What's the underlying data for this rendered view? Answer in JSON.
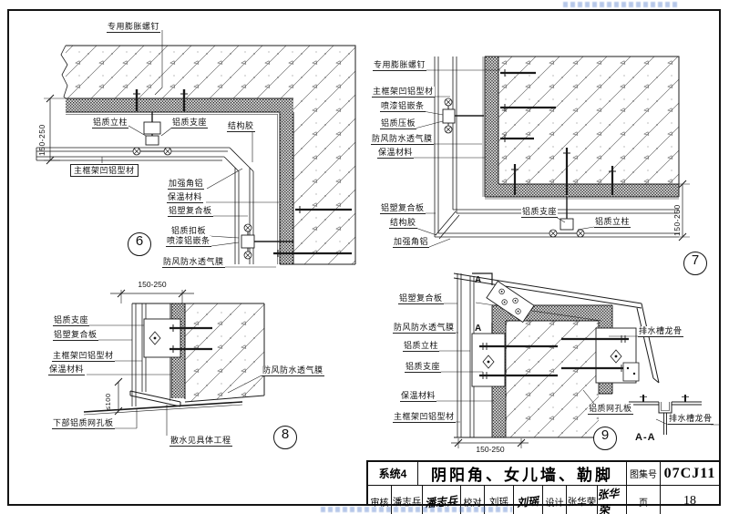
{
  "title_block": {
    "system_label": "系统4",
    "title": "阴阳角、女儿墙、勒脚",
    "atlas_label": "图集号",
    "atlas_no": "07CJ11",
    "page_label": "页",
    "page_no": "18",
    "roles": {
      "review_label": "审核",
      "review_name": "潘志兵",
      "review_signature": "潘志兵",
      "proof_label": "校对",
      "proof_name": "刘瑶",
      "proof_signature": "刘瑶",
      "design_label": "设计",
      "design_name": "张华荣",
      "design_signature": "张华荣"
    }
  },
  "detail_6": {
    "number": "6",
    "dim_left": "150-250",
    "labels": {
      "expansion_screw": "专用膨胀螺钉",
      "alu_column": "铝质立柱",
      "alu_bearing": "铝质支座",
      "structural_sealant": "结构胶",
      "main_frame_profile": "主框架凹铝型材",
      "reinforcing_angle": "加强角铝",
      "insulation": "保温材料",
      "alu_composite_panel": "铝塑复合板",
      "alu_clip_panel": "铝质扣板",
      "painted_alu_strip": "喷漆铝嵌条",
      "windproof_membrane": "防风防水透气膜"
    }
  },
  "detail_7": {
    "number": "7",
    "dim_right": "150-250",
    "labels": {
      "expansion_screw": "专用膨胀螺钉",
      "main_frame_profile": "主框架凹铝型材",
      "painted_alu_strip": "喷漆铝嵌条",
      "alu_pressure_plate": "铝质压板",
      "windproof_membrane": "防风防水透气膜",
      "insulation": "保温材料",
      "alu_composite_panel": "铝塑复合板",
      "structural_sealant": "结构胶",
      "reinforcing_angle": "加强角铝",
      "alu_bearing": "铝质支座",
      "alu_column": "铝质立柱"
    }
  },
  "detail_8": {
    "number": "8",
    "dim_top": "150-250",
    "dim_height": "≤100",
    "labels": {
      "alu_bearing": "铝质支座",
      "alu_composite_panel": "铝塑复合板",
      "main_frame_profile": "主框架凹铝型材",
      "insulation": "保温材料",
      "windproof_membrane": "防风防水透气膜",
      "bottom_mesh_panel": "下部铝质网孔板",
      "apron_note": "散水见具体工程"
    }
  },
  "detail_9": {
    "number": "9",
    "dim_bottom": "150-250",
    "section_mark": "A",
    "section_name": "A-A",
    "labels": {
      "alu_composite_panel": "铝塑复合板",
      "windproof_membrane": "防风防水透气膜",
      "alu_column": "铝质立柱",
      "alu_bearing": "铝质支座",
      "insulation": "保温材料",
      "main_frame_profile": "主框架凹铝型材",
      "drain_channel_keel": "排水槽龙骨",
      "alu_mesh_panel": "铝质网孔板",
      "drain_channel_keel_2": "排水槽龙骨"
    }
  }
}
